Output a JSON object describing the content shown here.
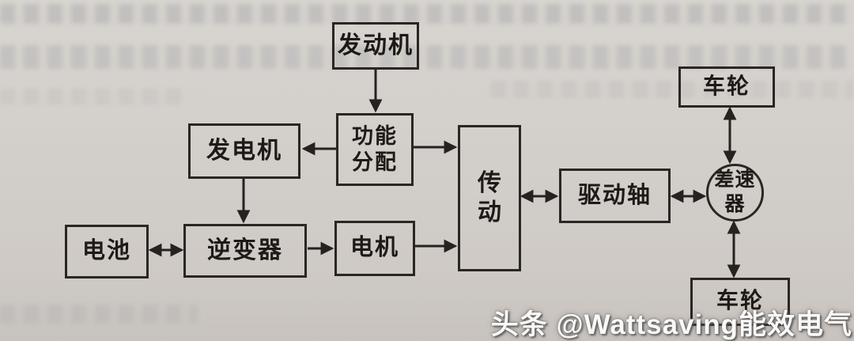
{
  "diagram": {
    "type": "block-diagram",
    "subject": "hybrid vehicle powertrain",
    "nodes": [
      {
        "id": "engine",
        "label": "发动机",
        "shape": "rect"
      },
      {
        "id": "power-split",
        "label": "功能分配",
        "shape": "rect"
      },
      {
        "id": "generator",
        "label": "发电机",
        "shape": "rect"
      },
      {
        "id": "battery",
        "label": "电池",
        "shape": "rect"
      },
      {
        "id": "inverter",
        "label": "逆变器",
        "shape": "rect"
      },
      {
        "id": "motor",
        "label": "电机",
        "shape": "rect"
      },
      {
        "id": "transmission",
        "label": "传动",
        "shape": "rect"
      },
      {
        "id": "drive-shaft",
        "label": "驱动轴",
        "shape": "rect"
      },
      {
        "id": "differential",
        "label": "差速器",
        "shape": "circle"
      },
      {
        "id": "wheel-top",
        "label": "车轮",
        "shape": "rect"
      },
      {
        "id": "wheel-bottom",
        "label": "车轮",
        "shape": "rect"
      }
    ],
    "edges": [
      {
        "from": "engine",
        "to": "power-split",
        "type": "arrow"
      },
      {
        "from": "power-split",
        "to": "generator",
        "type": "arrow"
      },
      {
        "from": "power-split",
        "to": "transmission",
        "type": "arrow"
      },
      {
        "from": "generator",
        "to": "inverter",
        "type": "arrow"
      },
      {
        "from": "battery",
        "to": "inverter",
        "type": "double-arrow"
      },
      {
        "from": "inverter",
        "to": "motor",
        "type": "arrow"
      },
      {
        "from": "motor",
        "to": "transmission",
        "type": "arrow"
      },
      {
        "from": "transmission",
        "to": "drive-shaft",
        "type": "double-arrow"
      },
      {
        "from": "drive-shaft",
        "to": "differential",
        "type": "double-arrow"
      },
      {
        "from": "differential",
        "to": "wheel-top",
        "type": "double-arrow"
      },
      {
        "from": "differential",
        "to": "wheel-bottom",
        "type": "double-arrow"
      }
    ],
    "ink_color": "#262220",
    "paper_color": "#d3cfca"
  },
  "watermark": {
    "text": "头条 @Wattsaving能效电气"
  }
}
